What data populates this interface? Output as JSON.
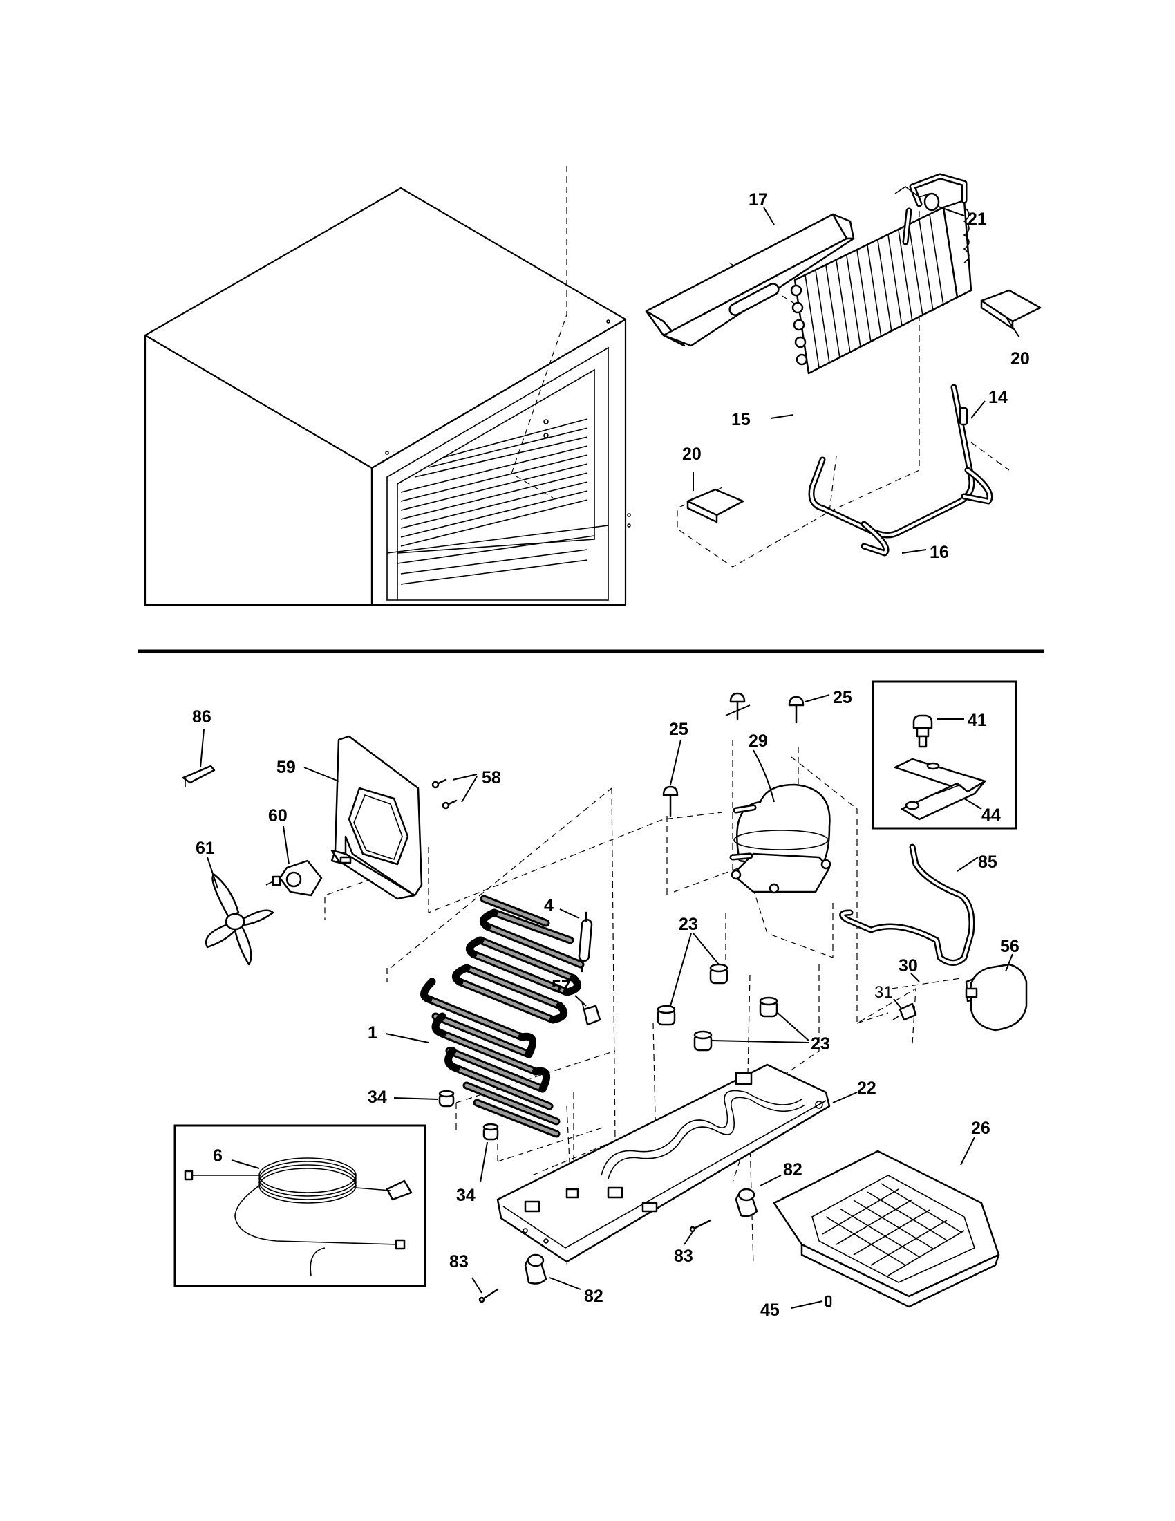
{
  "callouts": {
    "c17": "17",
    "c21": "21",
    "c20a": "20",
    "c14": "14",
    "c15": "15",
    "c20b": "20",
    "c16": "16",
    "c86": "86",
    "c59": "59",
    "c58": "58",
    "c60": "60",
    "c61": "61",
    "c25a": "25",
    "c25b": "25",
    "c29": "29",
    "c41": "41",
    "c44": "44",
    "c85": "85",
    "c4": "4",
    "c23a": "23",
    "c56": "56",
    "c30": "30",
    "c31": "31",
    "c23b": "23",
    "c57": "57",
    "c1": "1",
    "c22": "22",
    "c34a": "34",
    "c34b": "34",
    "c26": "26",
    "c6": "6",
    "c82a": "82",
    "c83a": "83",
    "c83b": "83",
    "c82b": "82",
    "c45": "45"
  }
}
